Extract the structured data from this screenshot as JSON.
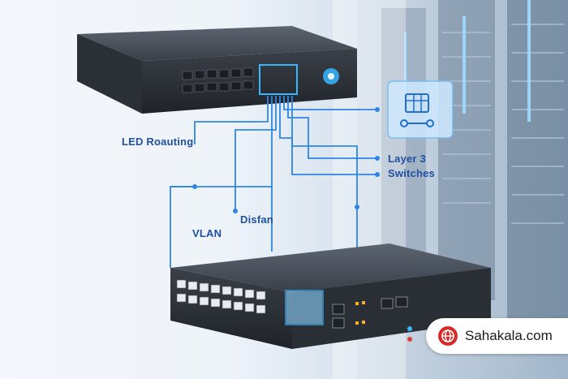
{
  "labels": {
    "led_routing": "LED Roauting",
    "layer3": "Layer 3",
    "switches": "Switches",
    "disfan": "Disfan",
    "vlan": "VLAN"
  },
  "badge": {
    "text": "Sahakala.com",
    "icon": "globe-icon",
    "accent": "#d62b2b"
  },
  "colors": {
    "line": "#2f86e6",
    "label": "#1f4f9e",
    "glow": "#38b6ff"
  }
}
